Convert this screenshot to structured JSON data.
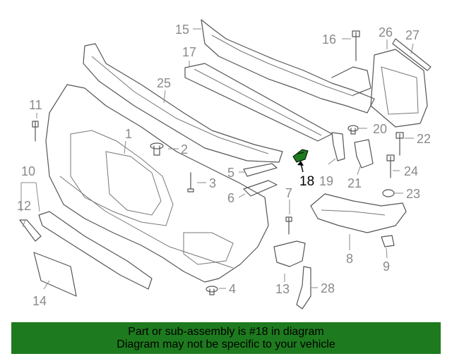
{
  "callouts": {
    "c1": "1",
    "c2": "2",
    "c3": "3",
    "c4": "4",
    "c5": "5",
    "c6": "6",
    "c7": "7",
    "c8": "8",
    "c9": "9",
    "c10": "10",
    "c11": "11",
    "c12": "12",
    "c13": "13",
    "c14": "14",
    "c15": "15",
    "c16": "16",
    "c17": "17",
    "c18": "18",
    "c19": "19",
    "c20": "20",
    "c21": "21",
    "c22": "22",
    "c23": "23",
    "c24": "24",
    "c25": "25",
    "c26": "26",
    "c27": "27",
    "c28": "28"
  },
  "highlighted_part": "18",
  "colors": {
    "banner_bg": "#1e7a1e",
    "highlight_part": "#1e7a1e",
    "line_art": "#555555",
    "callout_text": "#8a8a8a"
  },
  "banner": {
    "line1": "Part or sub-assembly is #18 in diagram",
    "line2": "Diagram may not be specific to your vehicle"
  }
}
